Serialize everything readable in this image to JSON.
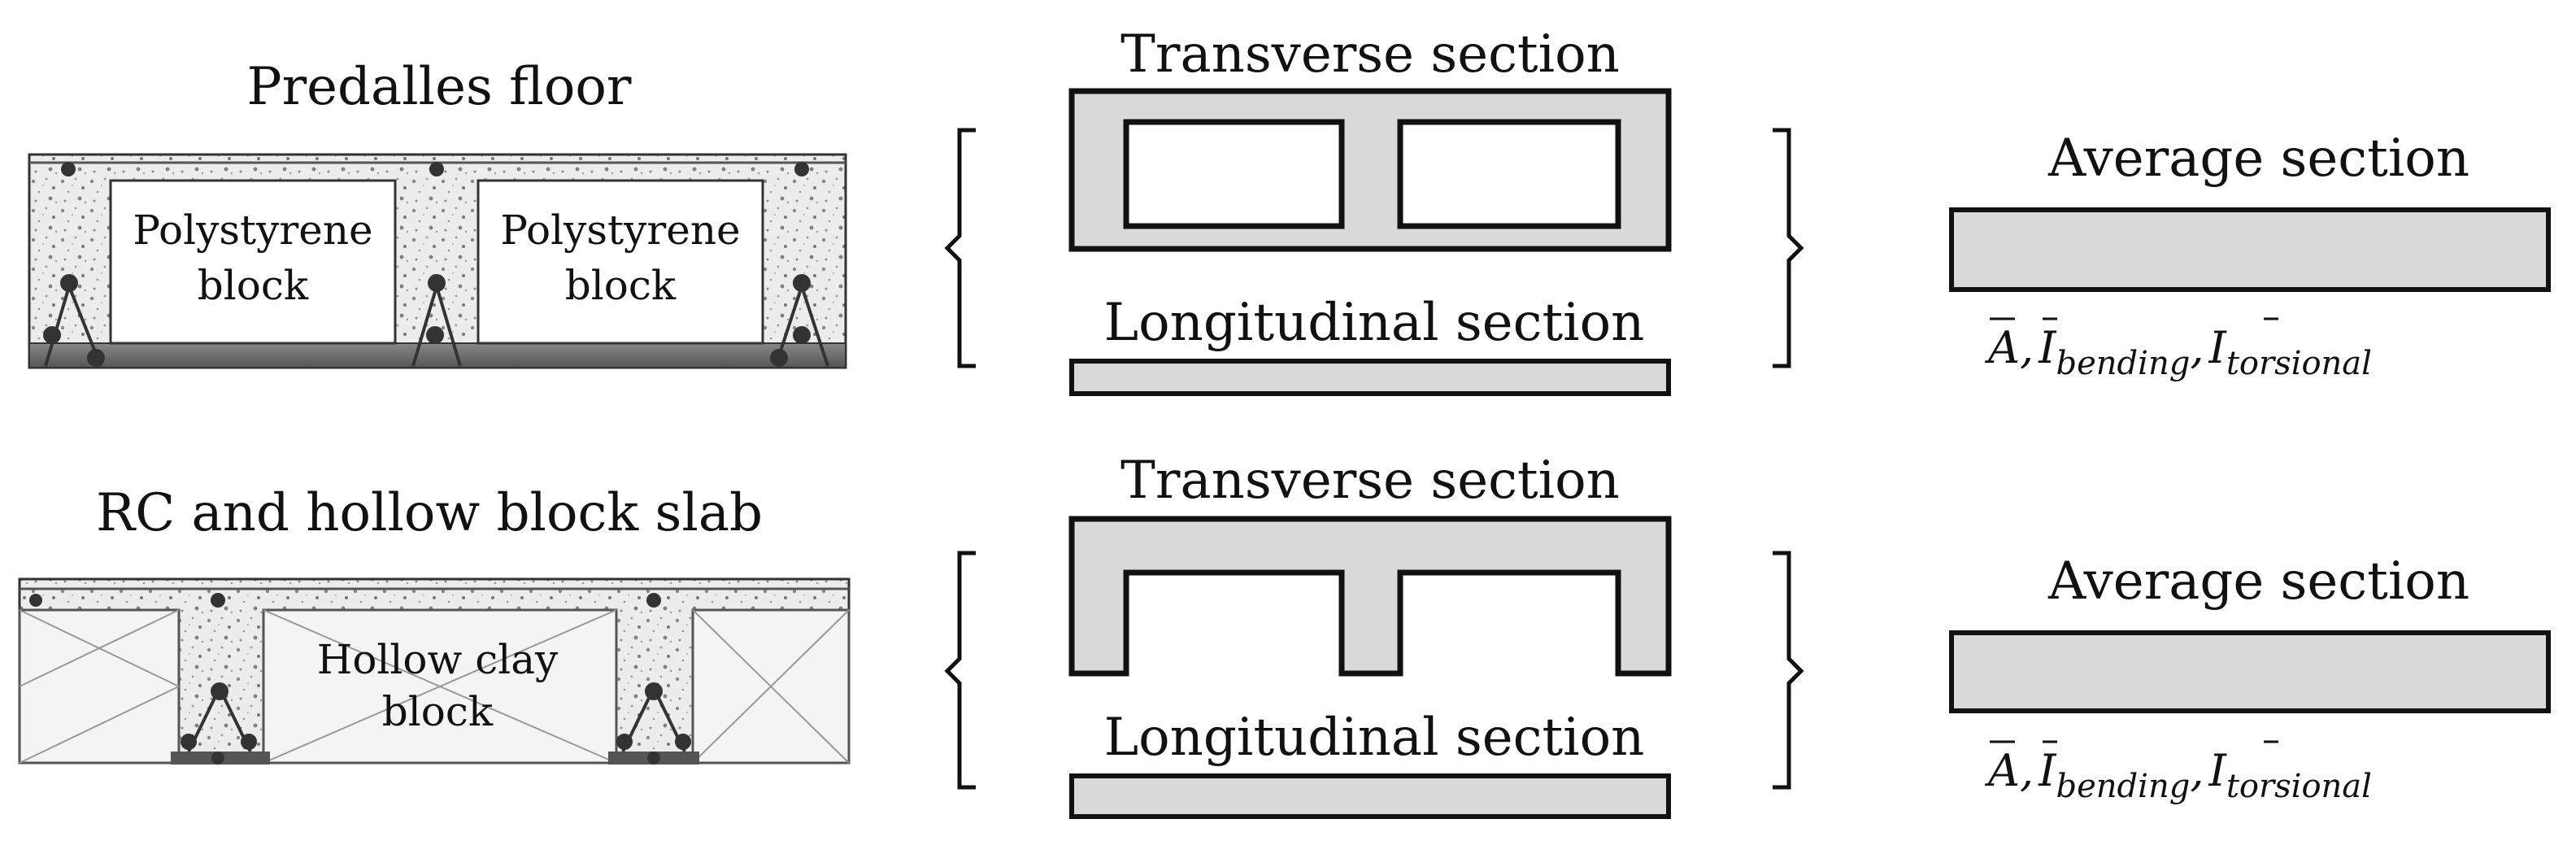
{
  "rows": [
    {
      "floor_title": "Predalles floor",
      "block_labels": [
        [
          "Polystyrene",
          "block"
        ],
        [
          "Polystyrene",
          "block"
        ]
      ],
      "transverse_title": "Transverse section",
      "longitudinal_title": "Longitudinal section",
      "average_title": "Average section",
      "formula": {
        "A": "A",
        "I1": "I",
        "sub1": "bending",
        "I2": "I",
        "sub2": "torsional",
        "comma": ","
      }
    },
    {
      "floor_title": "RC and hollow block slab",
      "block_labels": [
        [
          "Hollow clay",
          "block"
        ]
      ],
      "transverse_title": "Transverse section",
      "longitudinal_title": "Longitudinal section",
      "average_title": "Average section",
      "formula": {
        "A": "A",
        "I1": "I",
        "sub1": "bending",
        "I2": "I",
        "sub2": "torsional",
        "comma": ","
      }
    }
  ],
  "colors": {
    "concrete": "#e6e6e6",
    "section_fill": "#d9d9d9",
    "stroke": "#111111",
    "bottom_band": "#666666"
  }
}
